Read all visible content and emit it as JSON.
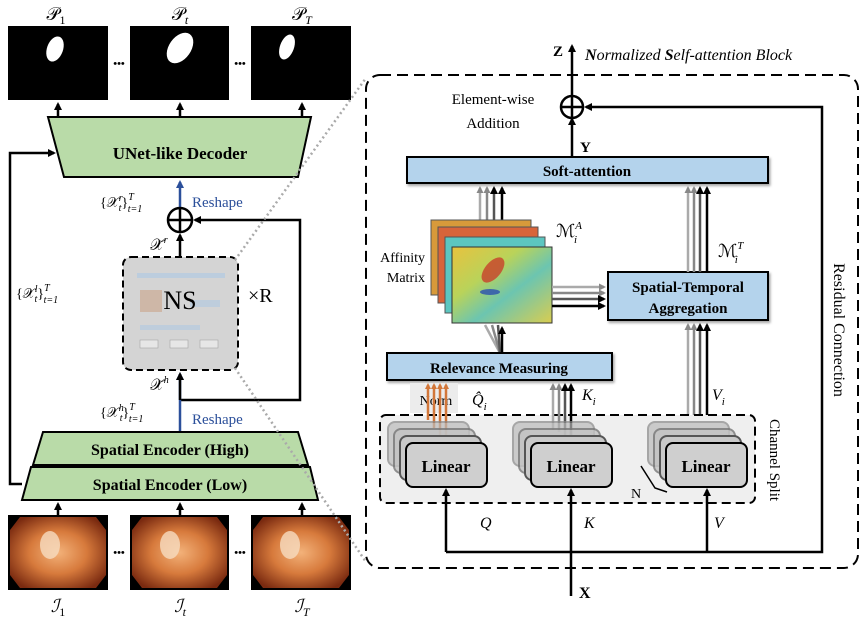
{
  "left": {
    "outputs": [
      {
        "symbol": "𝒫",
        "sub": "1"
      },
      {
        "symbol": "𝒫",
        "sub": "t"
      },
      {
        "symbol": "𝒫",
        "sub": "T"
      }
    ],
    "inputs": [
      {
        "symbol": "ℐ",
        "sub": "1"
      },
      {
        "symbol": "ℐ",
        "sub": "t"
      },
      {
        "symbol": "ℐ",
        "sub": "T"
      }
    ],
    "ellipsis": "•••",
    "decoder_label": "UNet-like Decoder",
    "encoder_high_label": "Spatial Encoder (High)",
    "encoder_low_label": "Spatial Encoder (Low)",
    "ns_label": "NS",
    "repeat_label": "×R",
    "reshape_label": "Reshape",
    "xr_set": {
      "main": "{𝒳",
      "sup": "r",
      "sub": "t",
      "tail": "}",
      "tsup": "T",
      "tsub": "t=1"
    },
    "xh_set": {
      "main": "{𝒳",
      "sup": "h",
      "sub": "t",
      "tail": "}",
      "tsup": "T",
      "tsub": "t=1"
    },
    "xl_set": {
      "main": "{𝒳",
      "sup": "l",
      "sub": "t",
      "tail": "}",
      "tsup": "T",
      "tsub": "t=1"
    },
    "xr_tilde": {
      "main": "𝒳̃",
      "sup": "r"
    },
    "xh_tilde": {
      "main": "𝒳̃",
      "sup": "h"
    }
  },
  "block": {
    "title_parts": [
      "N",
      "ormalized ",
      "S",
      "elf-attention Block"
    ],
    "z_label": "Z",
    "x_label": "X",
    "y_label": "Y",
    "addition_line1": "Element-wise",
    "addition_line2": "Addition",
    "soft_attention": "Soft-attention",
    "affinity_line1": "Affinity",
    "affinity_line2": "Matrix",
    "ma_label": {
      "main": "ℳ",
      "sup": "A",
      "sub": "i"
    },
    "mt_label": {
      "main": "ℳ",
      "sup": "T",
      "sub": "i"
    },
    "st_line1": "Spatial-Temporal",
    "st_line2": "Aggregation",
    "relevance": "Relevance Measuring",
    "norm": "Norm",
    "qi_label": {
      "main": "Q̂",
      "sub": "i"
    },
    "ki_label": {
      "main": "K",
      "sub": "i"
    },
    "vi_label": {
      "main": "V",
      "sub": "i"
    },
    "linear": "Linear",
    "n_label": "N",
    "channel_split": "Channel Split",
    "residual": "Residual Connection",
    "q": "Q",
    "k": "K",
    "v": "V"
  },
  "colors": {
    "green": "#b9dba8",
    "blue_box": "#b4d3ec",
    "reshape_blue": "#2b4f9a",
    "norm_orange": "#d2773a",
    "linear_gray": "#cfcfcf"
  }
}
